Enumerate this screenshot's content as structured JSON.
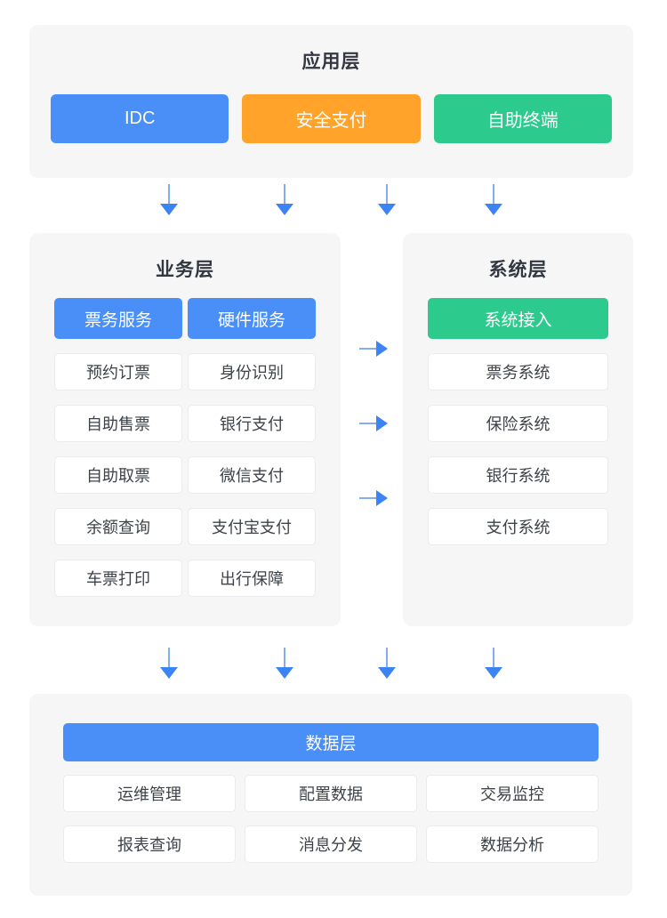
{
  "colors": {
    "blue": "#4A8EF7",
    "orange": "#FFA32B",
    "green": "#2CCB8D",
    "card_bg": "#F6F6F7",
    "arrow": "#3C84F4",
    "arrow_line": "#84ACF5",
    "item_border": "#EBEBEE",
    "title_text": "#333740",
    "item_text": "#3E434A"
  },
  "icons": {
    "down_arrow": "arrow-down",
    "right_arrow": "arrow-right"
  },
  "application_layer": {
    "title": "应用层",
    "blocks": [
      {
        "label": "IDC",
        "color": "blue"
      },
      {
        "label": "安全支付",
        "color": "orange"
      },
      {
        "label": "自助终端",
        "color": "green"
      }
    ]
  },
  "business_layer": {
    "title": "业务层",
    "header_blocks": [
      "票务服务",
      "硬件服务"
    ],
    "items": [
      "预约订票",
      "身份识别",
      "自助售票",
      "银行支付",
      "自助取票",
      "微信支付",
      "余额查询",
      "支付宝支付",
      "车票打印",
      "出行保障"
    ]
  },
  "system_layer": {
    "title": "系统层",
    "header_block": "系统接入",
    "items": [
      "票务系统",
      "保险系统",
      "银行系统",
      "支付系统"
    ]
  },
  "data_layer": {
    "title": "数据层",
    "items": [
      "运维管理",
      "配置数据",
      "交易监控",
      "报表查询",
      "消息分发",
      "数据分析"
    ]
  }
}
